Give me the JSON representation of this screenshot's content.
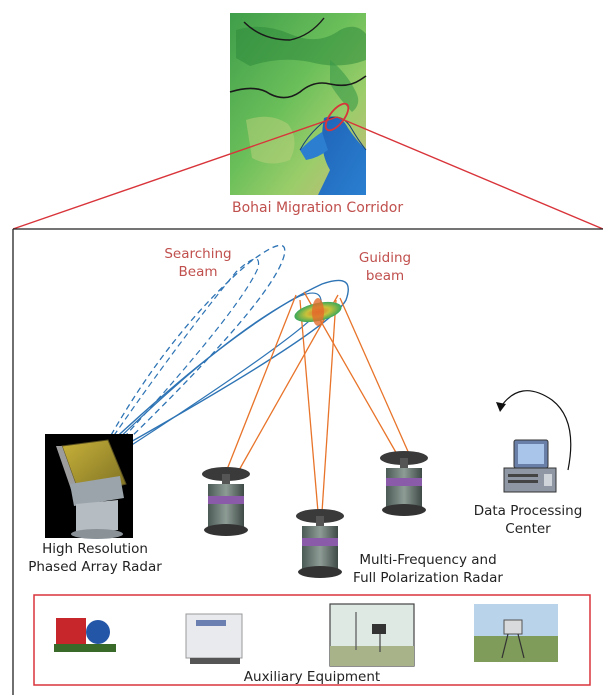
{
  "map": {
    "caption": "Bohai Migration Corridor"
  },
  "beams": {
    "searching_line1": "Searching",
    "searching_line2": "Beam",
    "guiding_line1": "Guiding",
    "guiding_line2": "beam"
  },
  "radars": {
    "phased_line1": "High Resolution",
    "phased_line2": "Phased Array Radar",
    "multi_line1": "Multi-Frequency and",
    "multi_line2": "Full Polarization Radar"
  },
  "data_center": {
    "line1": "Data Processing",
    "line2": "Center"
  },
  "auxiliary": {
    "caption": "Auxiliary Equipment"
  },
  "colors": {
    "accent_red": "#c0504d",
    "frame_red": "#d8343a",
    "beam_blue": "#2e74b5",
    "beam_orange": "#e8742a"
  }
}
